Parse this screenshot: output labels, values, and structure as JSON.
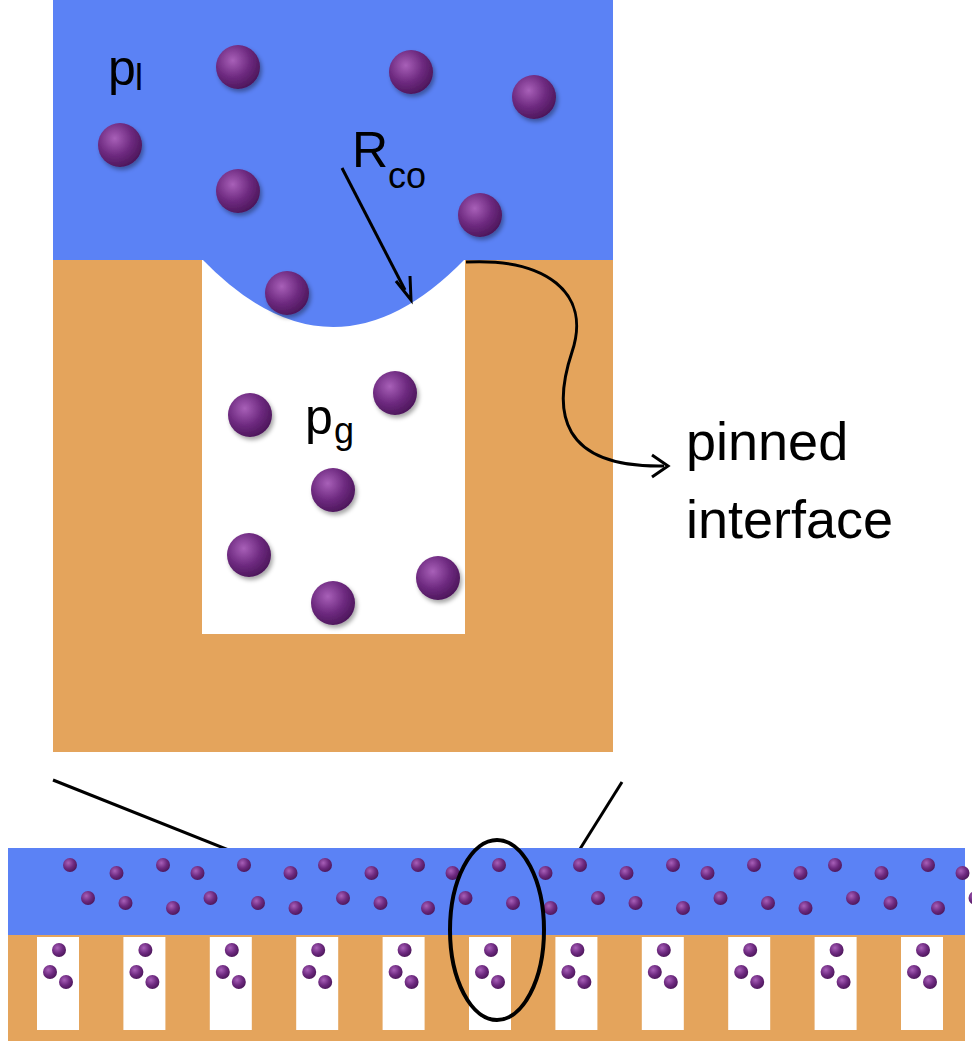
{
  "diagram": {
    "labels": [
      "p",
      "l",
      "R",
      "co",
      "p",
      "g",
      "pinned interface"
    ]
  }
}
